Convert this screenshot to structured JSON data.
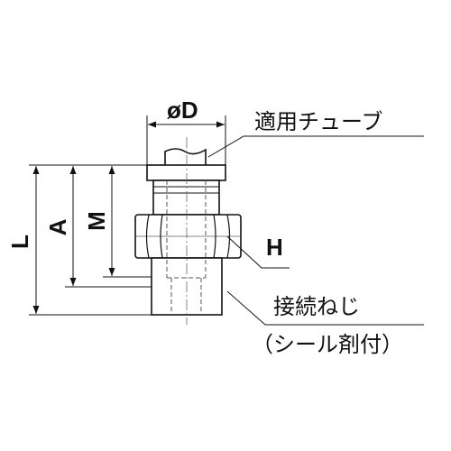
{
  "labels": {
    "od": "øD",
    "L": "L",
    "A": "A",
    "M": "M",
    "H": "H",
    "tube": "適用チューブ",
    "thread": "接続ねじ",
    "seal": "（シール剤付）"
  },
  "colors": {
    "line": "#111111",
    "hidden": "#777777",
    "body": "#ffffff"
  }
}
